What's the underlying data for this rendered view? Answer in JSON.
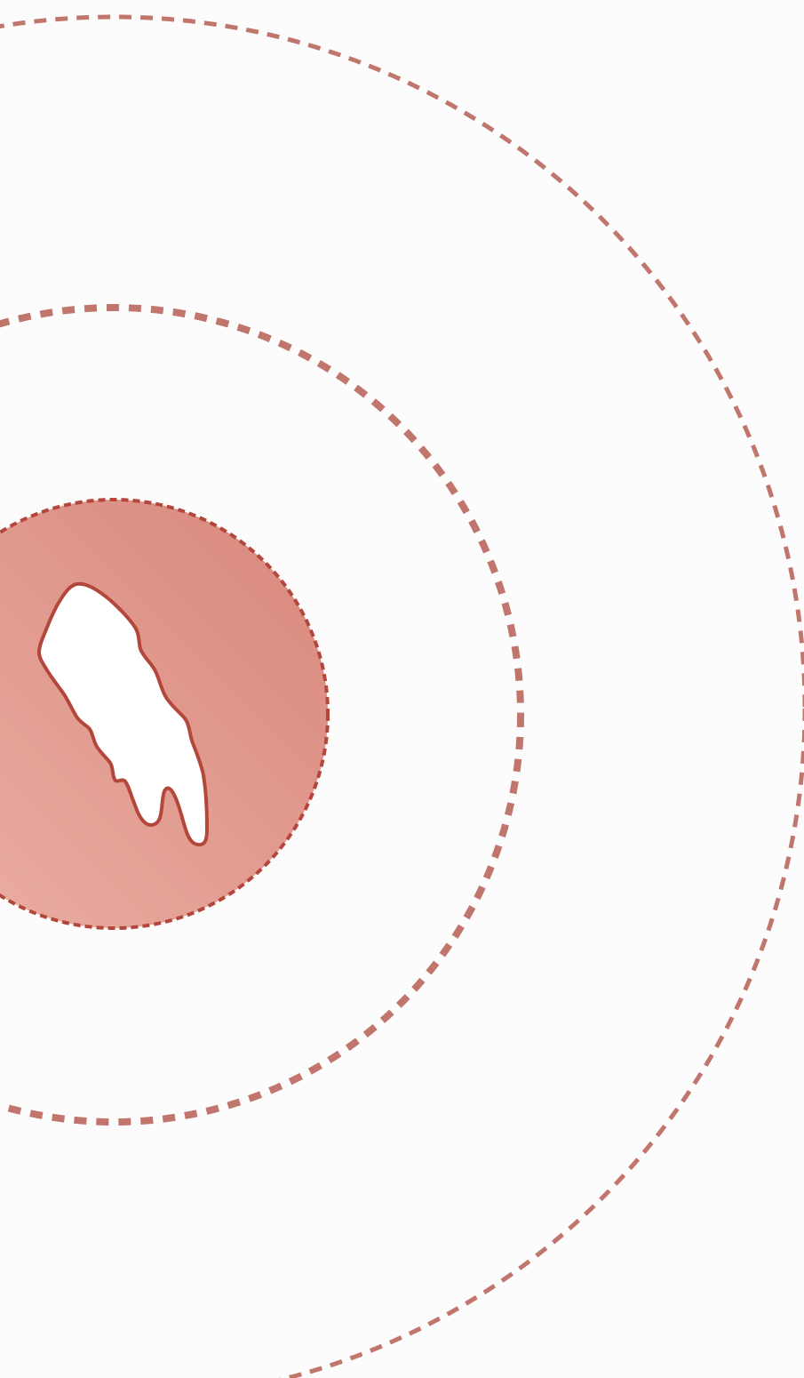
{
  "colors": {
    "background": "#fdfcfc",
    "ring_dash": "#c0766c",
    "core_fill_light": "#ebb0a6",
    "core_fill_dark": "#d9877b",
    "core_border": "#b4473c",
    "shape_fill": "#ffffff",
    "shape_stroke": "#b4473c"
  },
  "rings": [
    {
      "name": "outer-ring"
    },
    {
      "name": "middle-ring"
    },
    {
      "name": "inner-core"
    }
  ],
  "icons": {
    "center_shape": "stretched-blob-icon"
  }
}
